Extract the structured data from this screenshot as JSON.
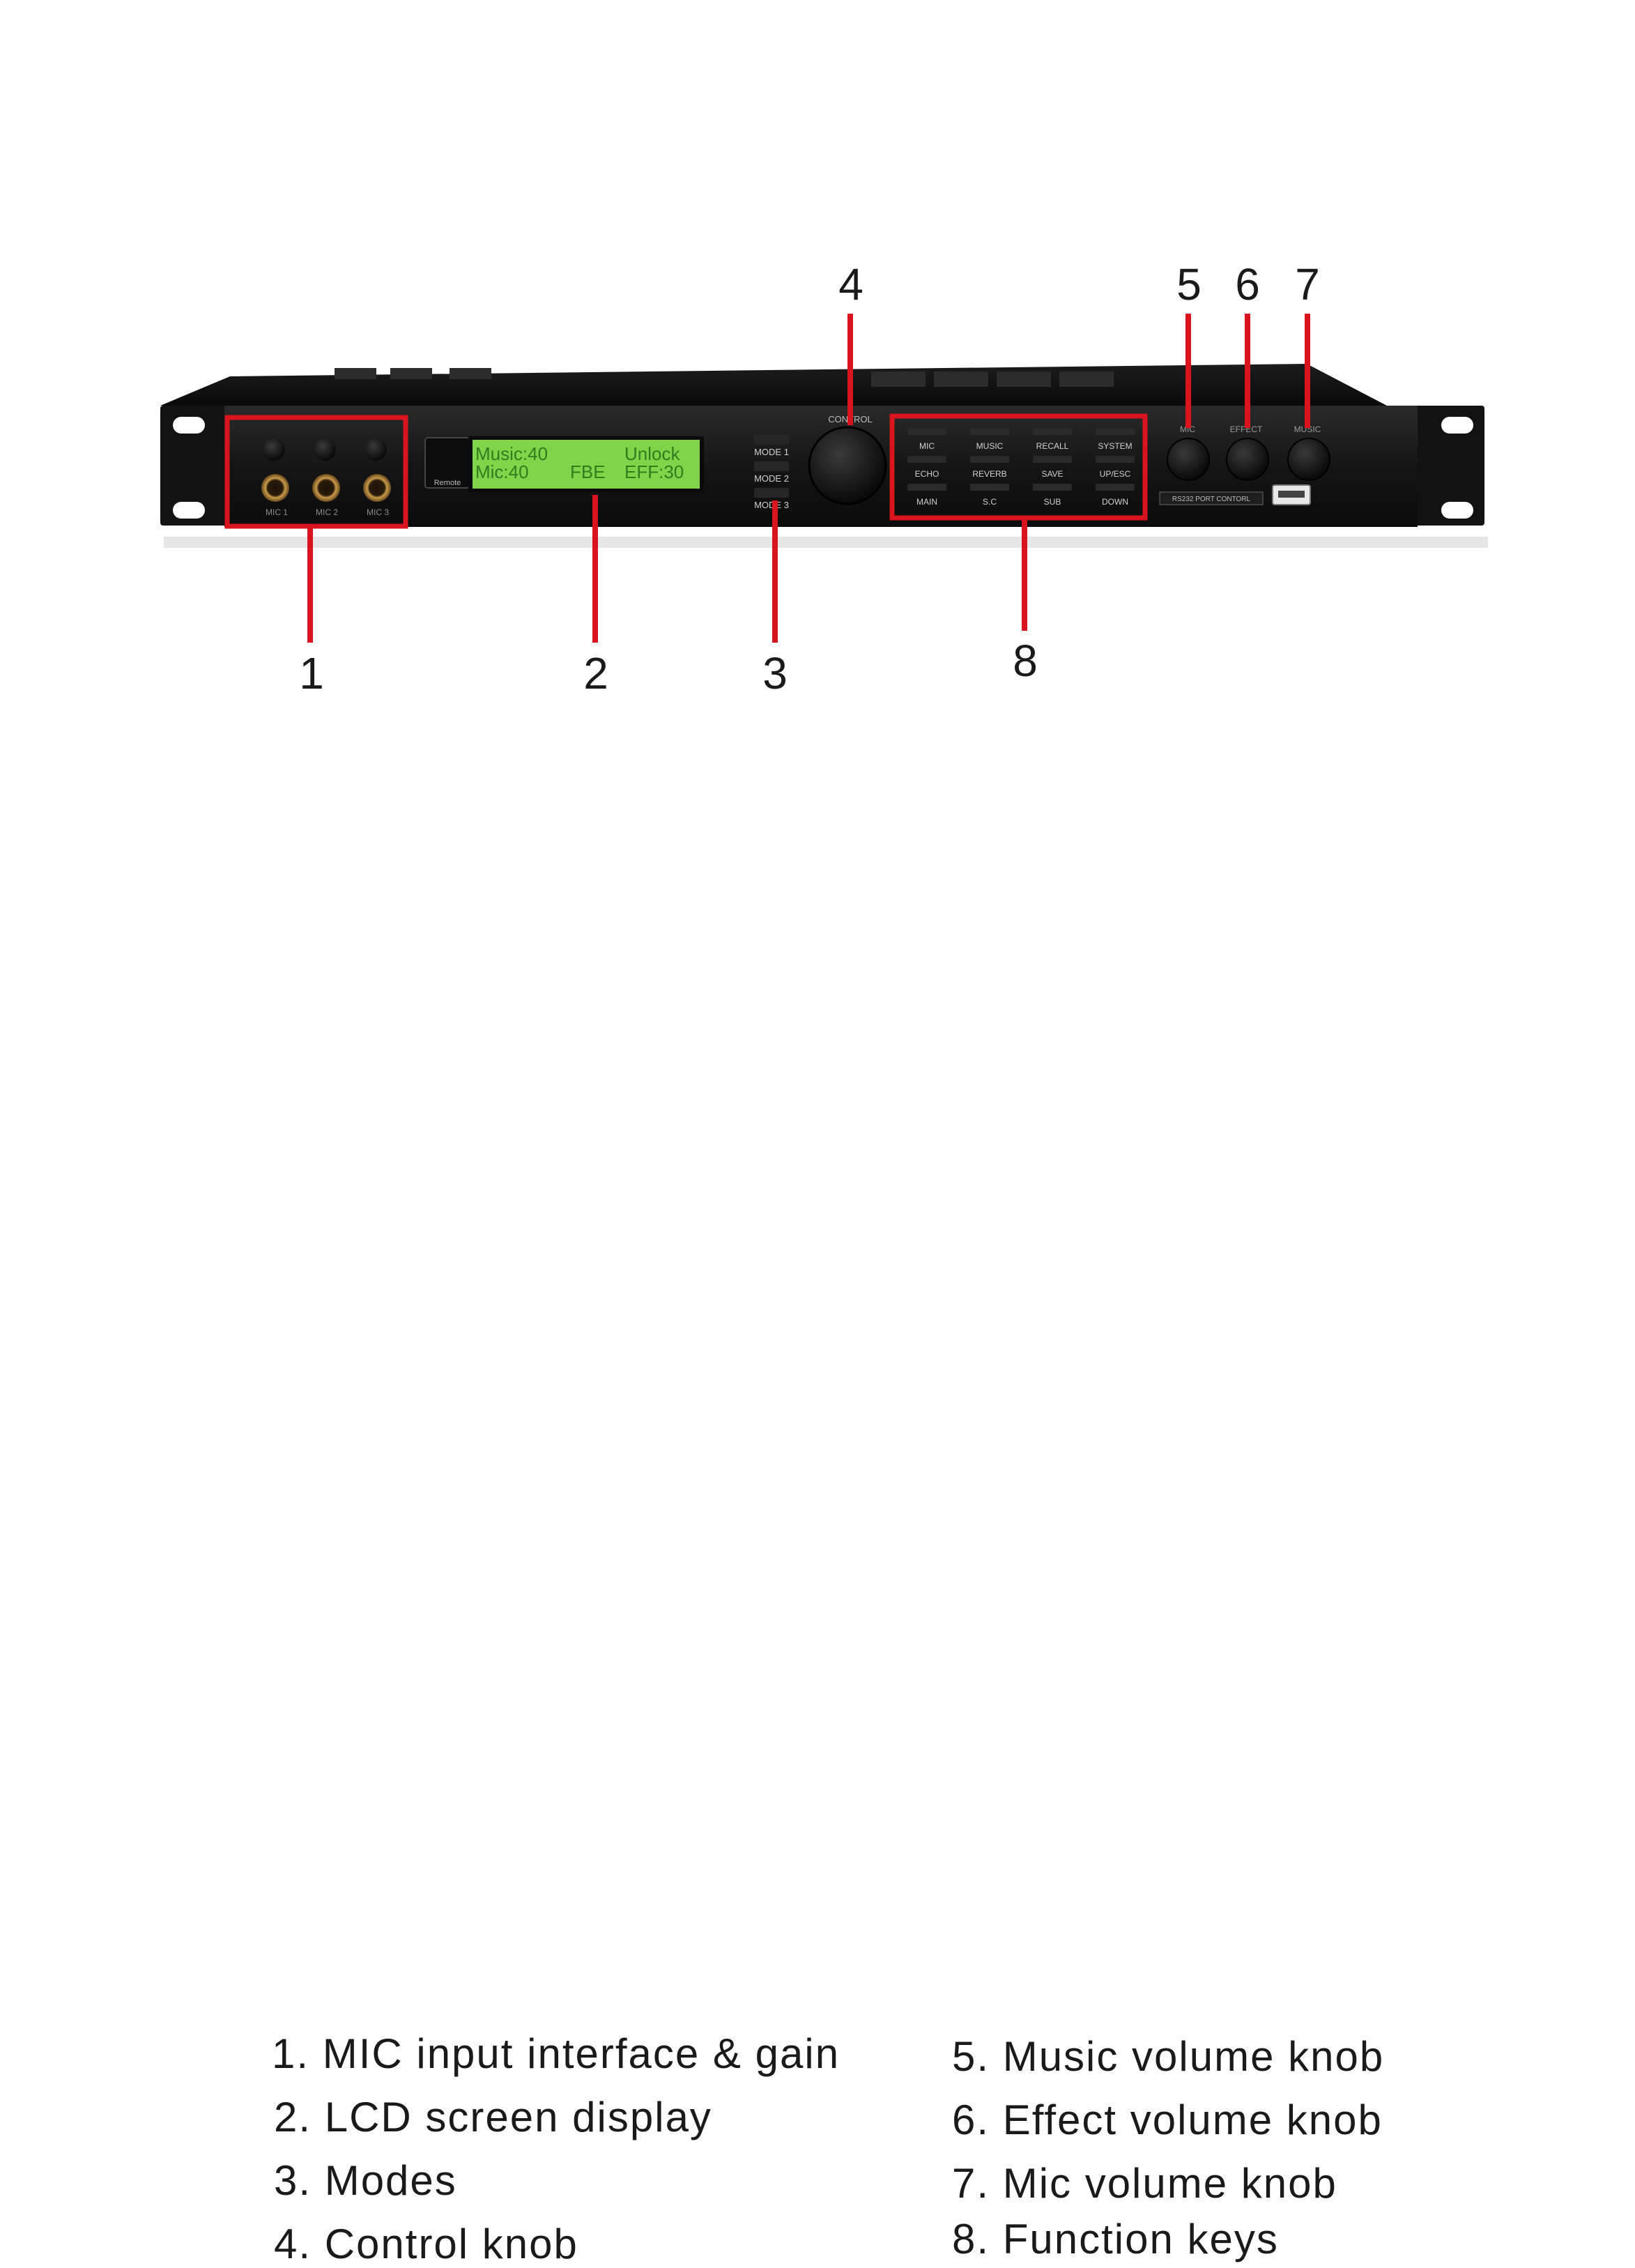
{
  "device": {
    "lcd": {
      "line1_left": "Music:40",
      "line1_right": "Unlock",
      "line2_left": "Mic:40",
      "line2_mid": "FBE",
      "line2_right": "EFF:30"
    },
    "remote_label": "Remote",
    "mic_labels": [
      "MIC 1",
      "MIC 2",
      "MIC 3"
    ],
    "mode_labels": [
      "MODE 1",
      "MODE 2",
      "MODE 3"
    ],
    "control_label": "CONTROL",
    "function_keys": [
      [
        "MIC",
        "MUSIC",
        "RECALL",
        "SYSTEM"
      ],
      [
        "ECHO",
        "REVERB",
        "SAVE",
        "UP/ESC"
      ],
      [
        "MAIN",
        "S.C",
        "SUB",
        "DOWN"
      ]
    ],
    "knob_labels": [
      "MIC",
      "EFFECT",
      "MUSIC"
    ],
    "rs232_label": "RS232 PORT CONTORL"
  },
  "callouts": [
    "1",
    "2",
    "3",
    "4",
    "5",
    "6",
    "7",
    "8"
  ],
  "legend": {
    "left": [
      "1. MIC input interface & gain",
      "2. LCD screen display",
      "3. Modes",
      "4. Control knob"
    ],
    "right": [
      "5. Music volume knob",
      "6. Effect volume knob",
      "7. Mic volume knob",
      "8. Function keys"
    ]
  },
  "colors": {
    "callout_red": "#d9141e",
    "lcd_green": "#7fd44a",
    "lcd_text": "#2e7d1f",
    "chassis": "#141414"
  }
}
